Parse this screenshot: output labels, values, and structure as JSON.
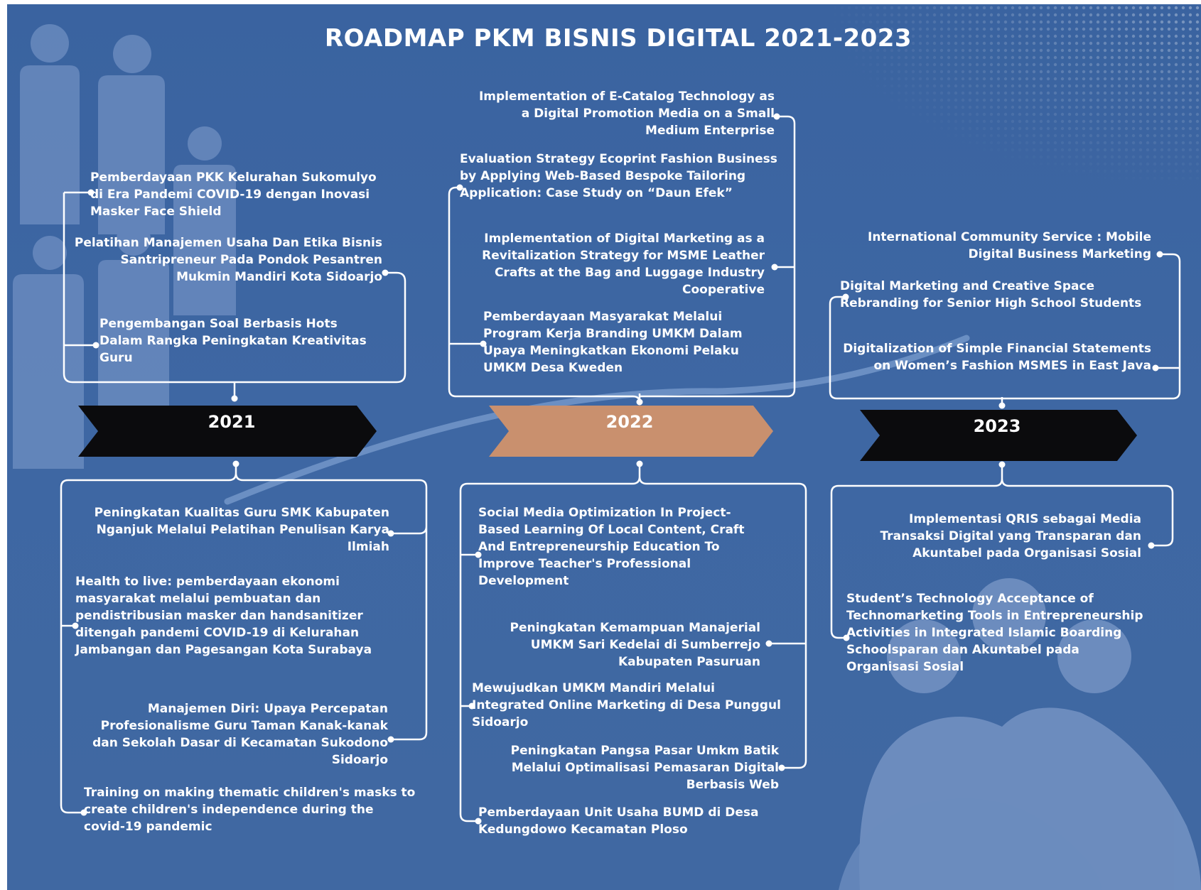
{
  "title": "ROADMAP PKM BISNIS DIGITAL 2021-2023",
  "colors": {
    "background": "#3e67a3",
    "arrow_dark": "#0b0b0d",
    "arrow_highlight": "#c9906e",
    "line": "#ffffff",
    "decor": "#6e8fc0"
  },
  "years": [
    {
      "label": "2021",
      "highlight": false
    },
    {
      "label": "2022",
      "highlight": true
    },
    {
      "label": "2023",
      "highlight": false
    }
  ],
  "y2021": {
    "above": [
      "Pemberdayaan PKK Kelurahan Sukomulyo di Era Pandemi COVID-19 dengan Inovasi Masker Face Shield",
      "Pelatihan Manajemen Usaha Dan Etika Bisnis Santripreneur Pada Pondok Pesantren Mukmin Mandiri Kota Sidoarjo",
      "Pengembangan Soal Berbasis Hots Dalam Rangka Peningkatan Kreativitas Guru"
    ],
    "below": [
      "Peningkatan Kualitas Guru SMK Kabupaten Nganjuk Melalui Pelatihan Penulisan Karya Ilmiah",
      "Health to live: pemberdayaan ekonomi masyarakat melalui pembuatan dan pendistribusian masker dan handsanitizer ditengah pandemi COVID-19 di Kelurahan Jambangan dan Pagesangan Kota Surabaya",
      "Manajemen Diri: Upaya Percepatan Profesionalisme Guru Taman Kanak-kanak dan Sekolah Dasar di Kecamatan Sukodono Sidoarjo",
      "Training on making thematic children's masks to create children's independence during the covid-19 pandemic"
    ]
  },
  "y2022": {
    "above": [
      "Implementation of E-Catalog Technology as a Digital Promotion Media on a Small Medium Enterprise",
      "Evaluation Strategy Ecoprint Fashion Business by Applying Web-Based Bespoke Tailoring Application: Case Study on “Daun Efek”",
      "Implementation of Digital Marketing as a Revitalization Strategy for MSME Leather Crafts at the Bag and Luggage Industry Cooperative",
      "Pemberdayaan Masyarakat Melalui Program Kerja Branding UMKM Dalam Upaya Meningkatkan Ekonomi Pelaku UMKM Desa Kweden"
    ],
    "below": [
      "Social Media Optimization In Project-Based Learning Of Local Content, Craft And Entrepreneurship Education To Improve Teacher's Professional Development",
      "Peningkatan Kemampuan Manajerial UMKM Sari Kedelai di Sumberrejo Kabupaten Pasuruan",
      "Mewujudkan UMKM Mandiri Melalui Integrated Online Marketing di Desa Punggul Sidoarjo",
      "Peningkatan Pangsa Pasar Umkm Batik Melalui Optimalisasi Pemasaran Digital Berbasis Web",
      "Pemberdayaan Unit Usaha BUMD di Desa Kedungdowo Kecamatan Ploso"
    ]
  },
  "y2023": {
    "above": [
      "International Community Service : Mobile Digital Business Marketing",
      "Digital Marketing and Creative Space Rebranding for Senior High School Students",
      "Digitalization of Simple Financial Statements on Women’s Fashion MSMES in East Java"
    ],
    "below": [
      "Implementasi QRIS sebagai Media Transaksi Digital yang Transparan dan Akuntabel pada Organisasi Sosial",
      "Student’s Technology Acceptance of Technomarketing Tools in Entrepreneurship Activities in Integrated Islamic Boarding Schoolsparan dan Akuntabel pada Organisasi Sosial"
    ]
  }
}
